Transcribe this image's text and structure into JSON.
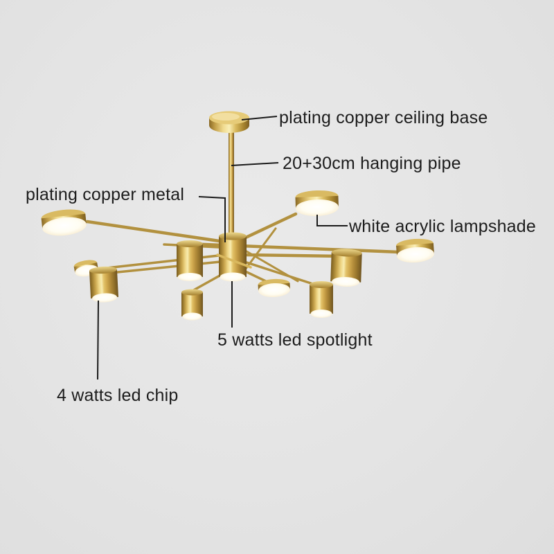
{
  "product_diagram": {
    "labels": {
      "ceiling_base": "plating copper ceiling base",
      "hanging_pipe": "20+30cm hanging pipe",
      "copper_metal": "plating copper metal",
      "lampshade": "white acrylic lampshade",
      "spotlight": "5 watts led spotlight",
      "led_chip": "4 watts led chip"
    },
    "colors": {
      "background": "#e4e4e4",
      "gold": "#b2913f",
      "gold_dark": "#7a5c20",
      "gold_light": "#f7ecae",
      "lamp_white": "#fffdf2",
      "text": "#1c1c1c"
    }
  }
}
